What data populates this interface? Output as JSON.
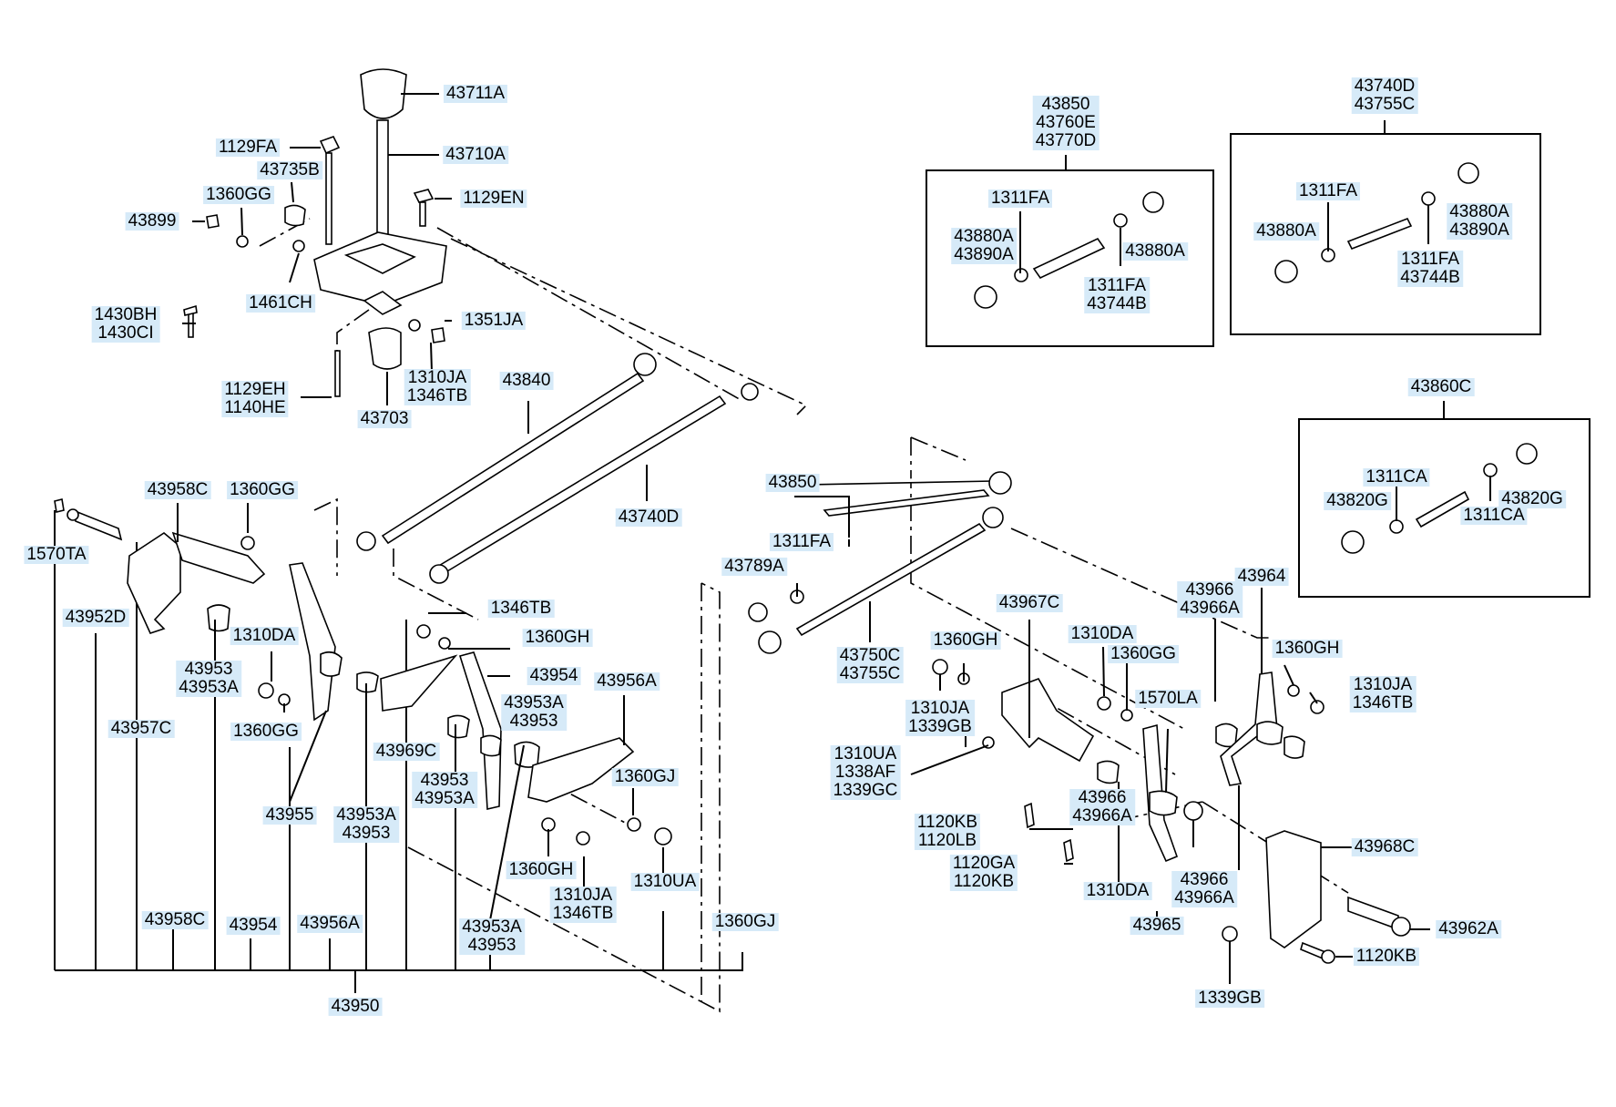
{
  "labels": {
    "p43711A": "43711A",
    "p43710A": "43710A",
    "p1129FA": "1129FA",
    "p43735B": "43735B",
    "p1360GG_a": "1360GG",
    "p43899": "43899",
    "p1129EN": "1129EN",
    "p1461CH": "1461CH",
    "p1430BH": "1430BH",
    "p1430CI": "1430CI",
    "p1351JA": "1351JA",
    "p1310JA_a": "1310JA",
    "p1346TB_a": "1346TB",
    "p1129EH": "1129EH",
    "p1140HE": "1140HE",
    "p43703": "43703",
    "p43840": "43840",
    "p43740D": "43740D",
    "p43958C_a": "43958C",
    "p1360GG_b": "1360GG",
    "p1570TA": "1570TA",
    "p43952D": "43952D",
    "p1310DA_a": "1310DA",
    "p43953_a": "43953",
    "p43953A_a": "43953A",
    "p1360GG_c": "1360GG",
    "p43957C": "43957C",
    "p43955": "43955",
    "p43953A_b": "43953A",
    "p43953_b": "43953",
    "p1346TB_b": "1346TB",
    "p1360GH_a": "1360GH",
    "p43954_a": "43954",
    "p43956A_a": "43956A",
    "p43953A_c": "43953A",
    "p43953_c": "43953",
    "p43969C": "43969C",
    "p43953_d": "43953",
    "p43953A_d": "43953A",
    "p1360GJ_a": "1360GJ",
    "p1360GH_b": "1360GH",
    "p1310JA_b": "1310JA",
    "p1346TB_c": "1346TB",
    "p1310UA_a": "1310UA",
    "p43958C_b": "43958C",
    "p43954_b": "43954",
    "p43956A_b": "43956A",
    "p43953A_e": "43953A",
    "p43953_e": "43953",
    "p1360GJ_b": "1360GJ",
    "p43950": "43950",
    "p43850_a": "43850",
    "p43760E": "43760E",
    "p43770D": "43770D",
    "p1311FA_a": "1311FA",
    "p43880A_a": "43880A",
    "p43890A_a": "43890A",
    "p43880A_b": "43880A",
    "p1311FA_b": "1311FA",
    "p43744B_a": "43744B",
    "p43740D_b": "43740D",
    "p43755C_a": "43755C",
    "p1311FA_c": "1311FA",
    "p43880A_c": "43880A",
    "p43880A_d": "43880A",
    "p43890A_b": "43890A",
    "p1311FA_d": "1311FA",
    "p43744B_b": "43744B",
    "p43860C": "43860C",
    "p1311CA_a": "1311CA",
    "p43820G_a": "43820G",
    "p43820G_b": "43820G",
    "p1311CA_b": "1311CA",
    "p43850_b": "43850",
    "p1311FA_e": "1311FA",
    "p43789A": "43789A",
    "p43750C": "43750C",
    "p43755C_b": "43755C",
    "p43967C": "43967C",
    "p1360GH_c": "1360GH",
    "p1310DA_b": "1310DA",
    "p1360GG_d": "1360GG",
    "p43966_a": "43966",
    "p43966A_a": "43966A",
    "p43964": "43964",
    "p1360GH_d": "1360GH",
    "p1310JA_c": "1310JA",
    "p1346TB_d": "1346TB",
    "p1310JA_d": "1310JA",
    "p1339GB_a": "1339GB",
    "p1570LA": "1570LA",
    "p1310UA_b": "1310UA",
    "p1338AF": "1338AF",
    "p1339GC": "1339GC",
    "p43966_b": "43966",
    "p43966A_b": "43966A",
    "p1120KB_a": "1120KB",
    "p1120LB": "1120LB",
    "p1120GA": "1120GA",
    "p1120KB_b": "1120KB",
    "p1310DA_c": "1310DA",
    "p43965": "43965",
    "p43966_c": "43966",
    "p43966A_c": "43966A",
    "p43968C": "43968C",
    "p43962A": "43962A",
    "p1120KB_c": "1120KB",
    "p1339GB_b": "1339GB"
  }
}
